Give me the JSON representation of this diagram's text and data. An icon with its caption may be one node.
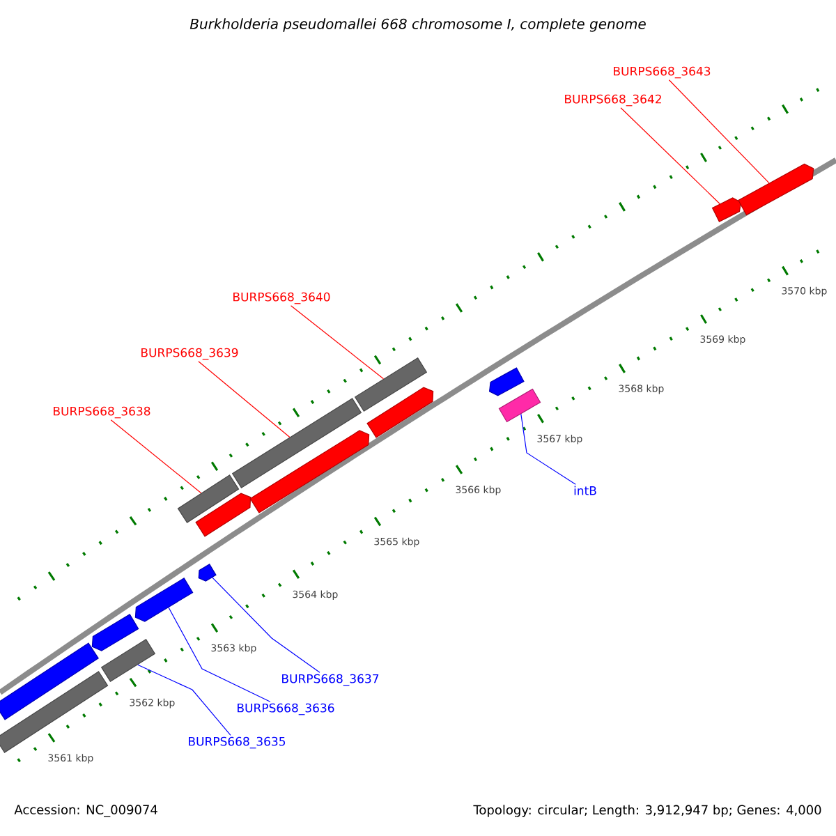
{
  "diagram": {
    "title": "Burkholderia pseudomallei 668 chromosome I, complete genome",
    "nodes": [
      {
        "text": [
          "BURPS668_3643"
        ]
      },
      {
        "text": [
          "BURPS668_3642"
        ]
      },
      {
        "text": [
          "BURPS668_3640"
        ]
      },
      {
        "text": [
          "BURPS668_3639"
        ]
      },
      {
        "text": [
          "BURPS668_3638"
        ]
      },
      {
        "text": [
          "intB"
        ]
      },
      {
        "text": [
          "BURPS668_3637"
        ]
      },
      {
        "text": [
          "BURPS668_3636"
        ]
      },
      {
        "text": [
          "BURPS668_3635"
        ]
      },
      {
        "text": [],
        "shape": "bar"
      },
      {
        "text": [],
        "shape": "bar"
      },
      {
        "text": [],
        "shape": "pentagon"
      },
      {
        "text": [],
        "shape": "bar"
      },
      {
        "text": [],
        "shape": "pentagon"
      },
      {
        "text": [],
        "shape": "bar"
      },
      {
        "text": [],
        "shape": "pentagon"
      },
      {
        "text": [],
        "shape": "pentagon"
      },
      {
        "text": [],
        "shape": "bar"
      },
      {
        "text": [],
        "shape": "pentagon"
      },
      {
        "text": [],
        "shape": "bar"
      },
      {
        "text": [],
        "shape": "pentagon"
      },
      {
        "text": [],
        "shape": "pentagon"
      },
      {
        "text": [],
        "shape": "bar"
      },
      {
        "text": [],
        "shape": "pentagon"
      },
      {
        "text": [],
        "shape": "pentagon"
      }
    ],
    "edges": [
      {
        "from": 0,
        "to": 24,
        "arrow": "none"
      },
      {
        "from": 1,
        "to": 23,
        "arrow": "none"
      },
      {
        "from": 2,
        "to": 19,
        "arrow": "none"
      },
      {
        "from": 3,
        "to": 17,
        "arrow": "none"
      },
      {
        "from": 4,
        "to": 14,
        "arrow": "none"
      },
      {
        "from": 5,
        "to": 22,
        "arrow": "none",
        "color": "#0000ff"
      },
      {
        "from": 6,
        "to": 16,
        "arrow": "none",
        "color": "#0000ff"
      },
      {
        "from": 7,
        "to": 13,
        "arrow": "none",
        "color": "#0000ff"
      },
      {
        "from": 8,
        "to": 12,
        "arrow": "none",
        "color": "#0000ff"
      }
    ],
    "labels": [
      "3561 kbp",
      "3562 kbp",
      "3563 kbp",
      "3564 kbp",
      "3565 kbp",
      "3566 kbp",
      "3567 kbp",
      "3568 kbp",
      "3569 kbp",
      "3570 kbp",
      "Accession: NC_009074",
      "Topology: circular; Length: 3,912,947 bp; Genes: 4,000"
    ]
  }
}
